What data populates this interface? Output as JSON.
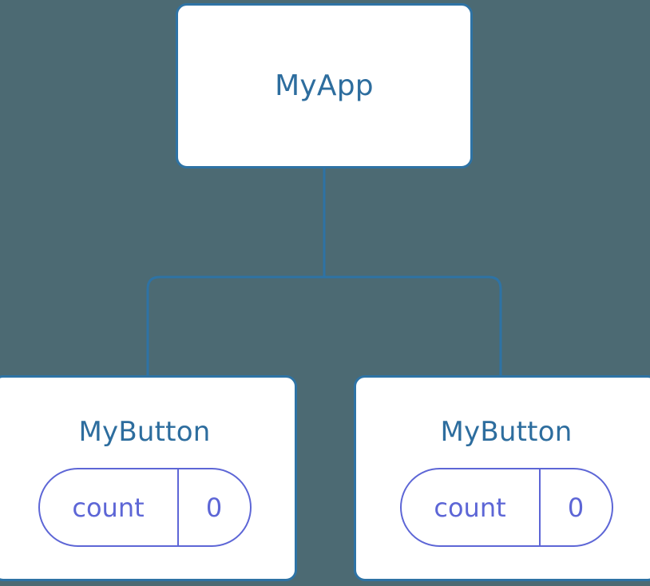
{
  "diagram": {
    "type": "component-tree",
    "background_color": "#4c6a73",
    "node_border_color": "#2e73a5",
    "node_fill_color": "#ffffff",
    "node_label_color": "#2d6d9e",
    "state_accent_color": "#5d66d6",
    "connector_color": "#2e73a5",
    "root": {
      "label": "MyApp"
    },
    "children": [
      {
        "label": "MyButton",
        "state": {
          "key": "count",
          "value": "0"
        }
      },
      {
        "label": "MyButton",
        "state": {
          "key": "count",
          "value": "0"
        }
      }
    ]
  }
}
